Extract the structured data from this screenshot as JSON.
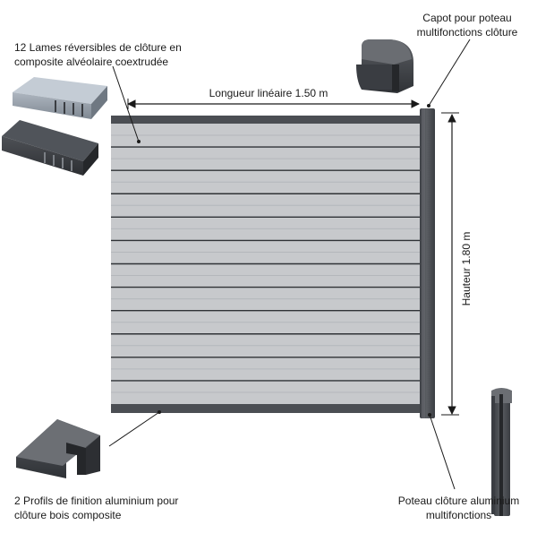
{
  "labels": {
    "slats": "12 Lames réversibles de clôture en composite alvéolaire coextrudée",
    "cap": "Capot pour poteau multifonctions clôture",
    "profiles": "2 Profils de finition aluminium pour clôture bois composite",
    "post": "Poteau clôture aluminium multifonctions"
  },
  "dimensions": {
    "length": "Longueur linéaire 1.50 m",
    "height": "Hauteur 1.80 m"
  },
  "fence": {
    "slat_count": 12
  },
  "colors": {
    "slat_light": "#c7c9cc",
    "slat_groove": "#b4b7bb",
    "frame_dark": "#4b4e53",
    "post_dark": "#54575c",
    "line": "#1a1a1a"
  }
}
